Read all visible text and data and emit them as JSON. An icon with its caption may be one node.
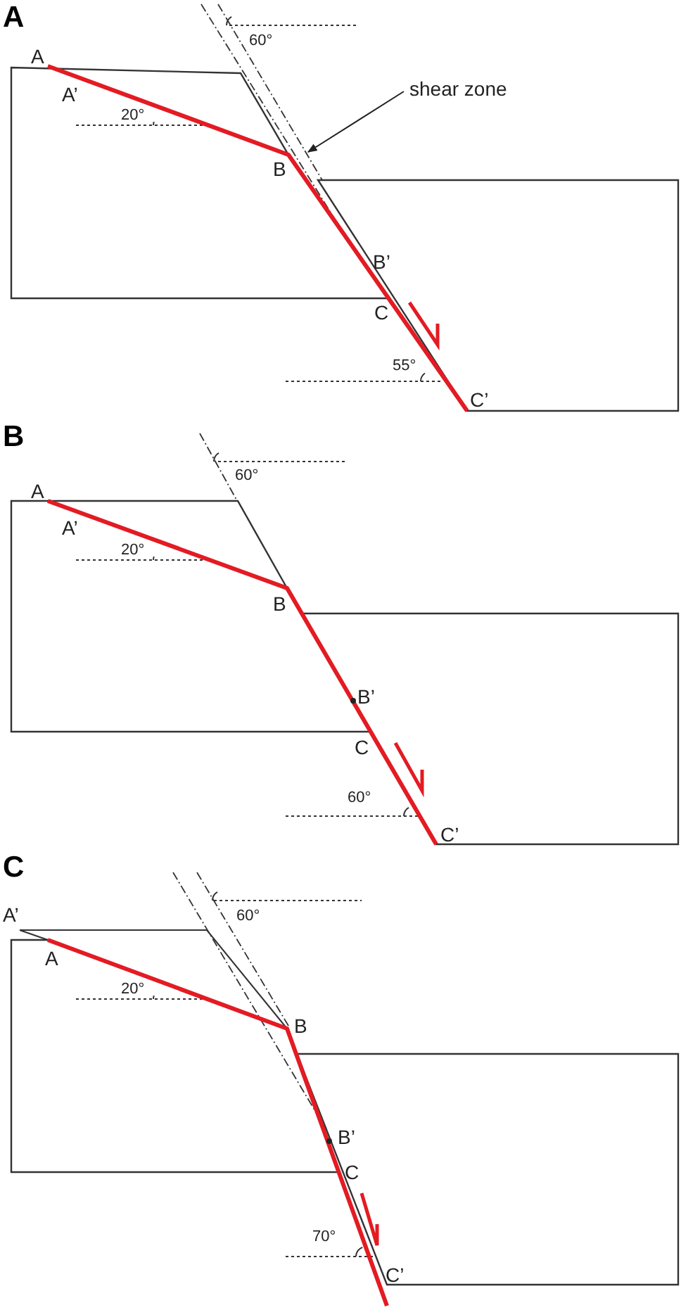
{
  "diagram": {
    "nodes": [
      {
        "text": [
          "shear zone"
        ]
      },
      {
        "text": [],
        "shape": "band"
      }
    ],
    "edges": [
      {
        "from": 0,
        "to": 1,
        "arrow": "to"
      }
    ],
    "labels": [
      "A",
      "60°",
      "A",
      "A’",
      "20°",
      "B",
      "B’",
      "C",
      "55°",
      "C’",
      "B",
      "60°",
      "A",
      "A’",
      "20°",
      "B",
      "B’",
      "C",
      "60°",
      "C’",
      "C",
      "60°",
      "A’",
      "A",
      "20°",
      "B",
      "B’",
      "C",
      "70°",
      "C’"
    ]
  }
}
